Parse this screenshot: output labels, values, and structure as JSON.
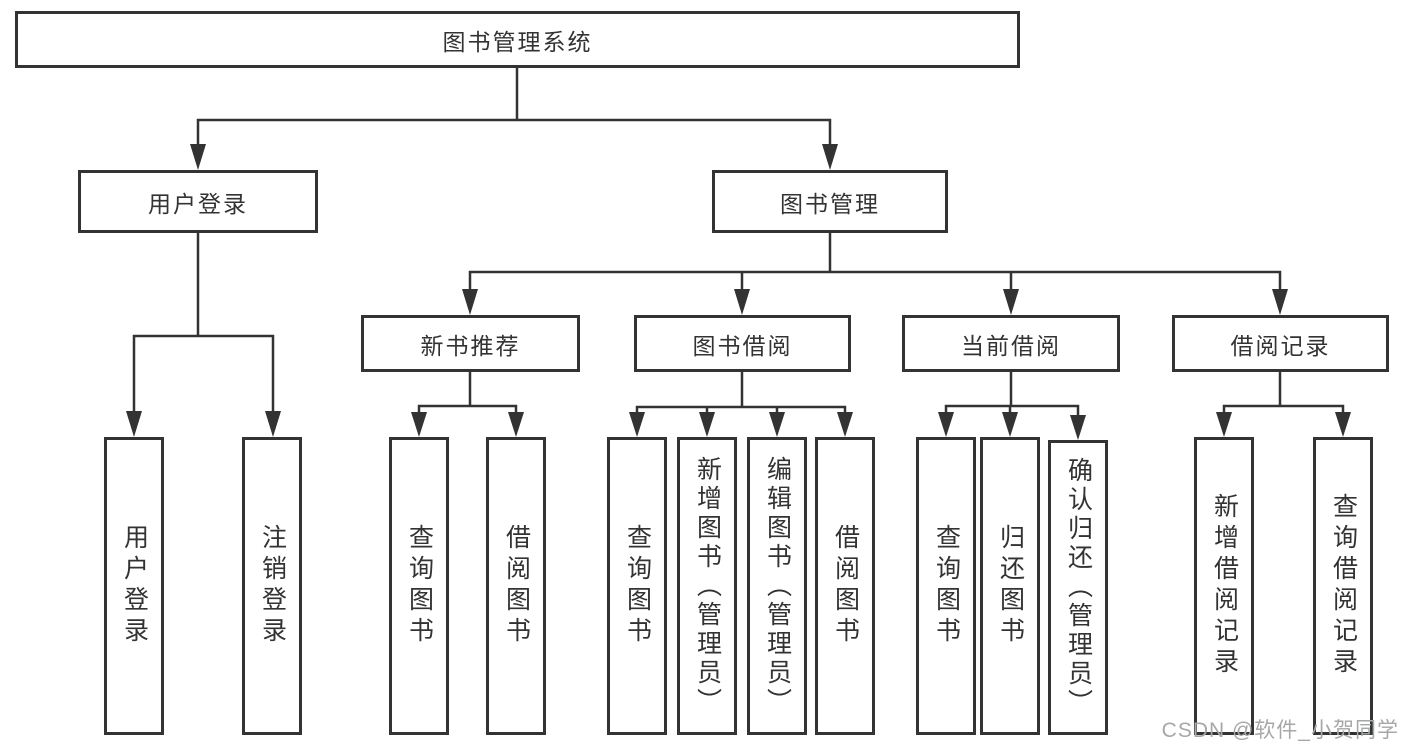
{
  "nodes": {
    "root": "图书管理系统",
    "user_login": "用户登录",
    "book_mgmt": "图书管理",
    "new_rec": "新书推荐",
    "book_borrow": "图书借阅",
    "current_borrow": "当前借阅",
    "borrow_records": "借阅记录",
    "leaf_user_login": "用户登录",
    "leaf_logout": "注销登录",
    "rec_query": "查询图书",
    "rec_borrow": "借阅图书",
    "bb_query": "查询图书",
    "bb_add": "新增图书（管理员）",
    "bb_edit": "编辑图书（管理员）",
    "bb_borrow": "借阅图书",
    "cb_query": "查询图书",
    "cb_return": "归还图书",
    "cb_confirm": "确认归还（管理员）",
    "br_add": "新增借阅记录",
    "br_query": "查询借阅记录"
  },
  "watermark": "CSDN @软件_小贺同学",
  "colors": {
    "line": "#333333",
    "text": "#333333",
    "watermark": "#a6a7a7",
    "background": "#ffffff"
  }
}
